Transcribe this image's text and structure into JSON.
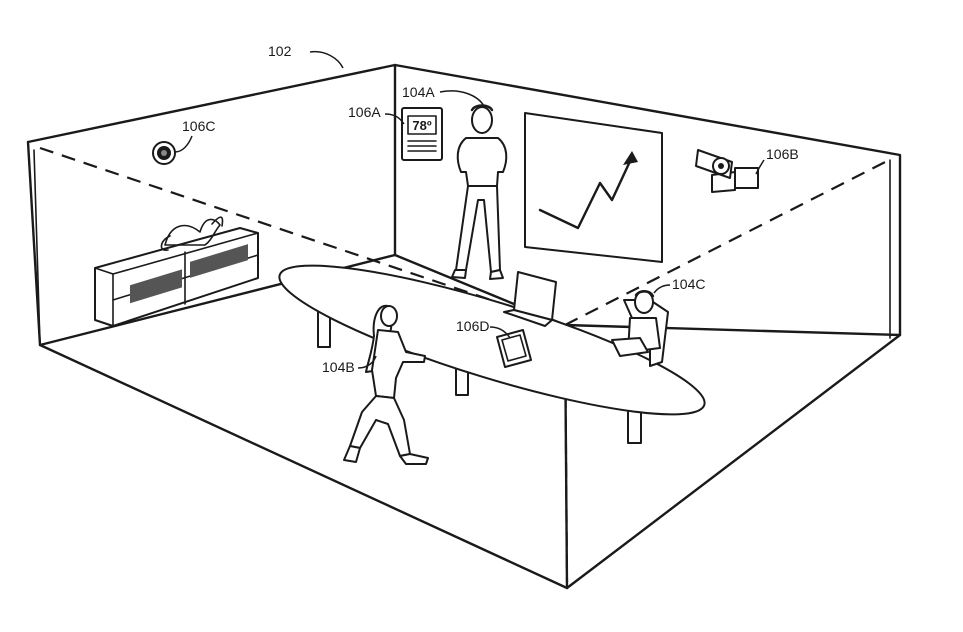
{
  "labels": {
    "room": "102",
    "person_a": "104A",
    "person_b": "104B",
    "person_c": "104C",
    "thermostat": "106A",
    "camera": "106B",
    "speaker": "106C",
    "tablet": "106D"
  },
  "thermostat_display": "78º"
}
